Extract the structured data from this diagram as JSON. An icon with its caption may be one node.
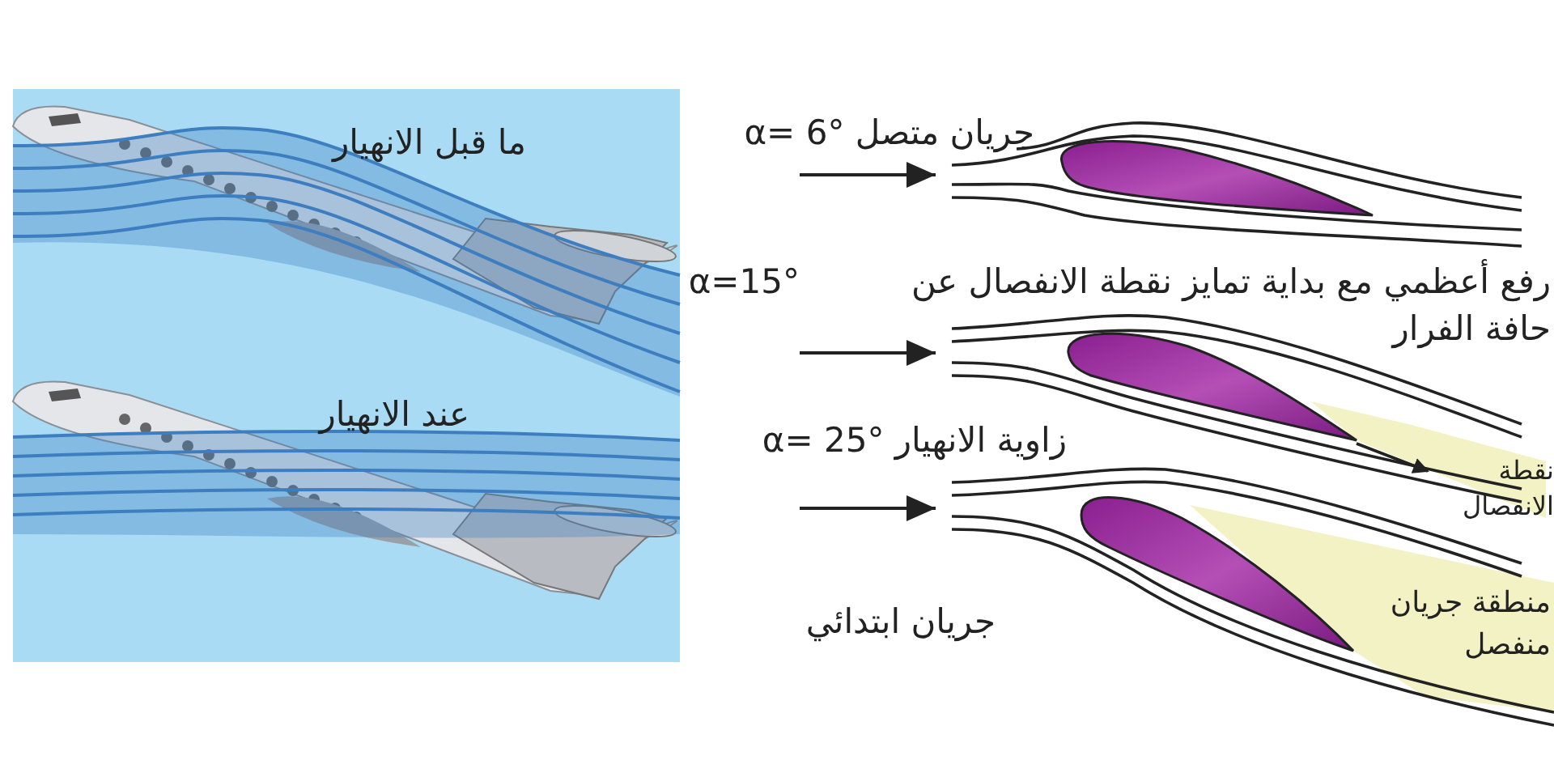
{
  "diagram": {
    "nodes": [
      {
        "text": [],
        "shape": "picture"
      },
      {
        "text": [],
        "shape": "picture"
      },
      {
        "text": [
          "نقطة الانفصال"
        ]
      },
      {
        "text": [],
        "shape": "picture"
      }
    ],
    "edges": [
      {
        "from": 1,
        "to": 2,
        "arrow": "to"
      }
    ],
    "labels": [
      "ما قبل الانهيار",
      "عند الانهيار",
      "جريان متصل α= 6°",
      "α=15°",
      "رفع أعظمي مع بداية تمايز نقطة الانفصال عن حافة الفرار",
      "زاوية الانهيار α= 25°",
      "جريان ابتدائي",
      "منطقة جريان منفصل"
    ]
  }
}
